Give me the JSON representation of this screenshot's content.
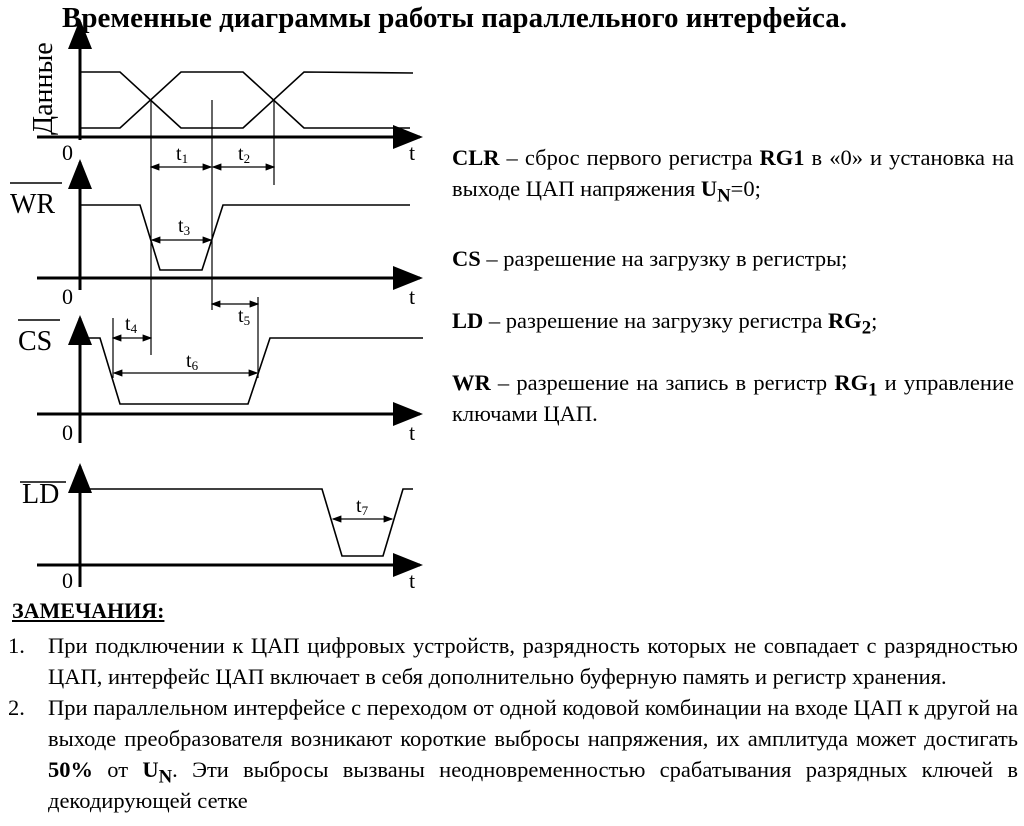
{
  "title": "Временные диаграммы работы параллельного интерфейса.",
  "diagram": {
    "signals": [
      "Данные",
      "WR",
      "CS",
      "LD"
    ],
    "axis_zero": "0",
    "axis_t": "t",
    "intervals": [
      "t",
      "1",
      "t",
      "2",
      "t",
      "3",
      "t",
      "4",
      "t",
      "5",
      "t",
      "6",
      "t",
      "7"
    ]
  },
  "descriptions": [
    {
      "term": "CLR",
      "text": " – сброс первого регистра ",
      "b2": "RG1",
      "text2": " в «0» и установка на выходе ЦАП напряжения ",
      "b3": "U",
      "sub": "N",
      "text3": "=0;"
    },
    {
      "term": "CS",
      "text": " – разрешение на загрузку в регистры;"
    },
    {
      "term": "LD",
      "text": " – разрешение на загрузку регистра ",
      "b2": "RG",
      "sub": "2",
      "text2": ";"
    },
    {
      "term": "WR",
      "text": " – разрешение на запись в регистр ",
      "b2": "RG",
      "sub": "1",
      "text2": " и управление ключами ЦАП."
    }
  ],
  "notes": {
    "heading": "ЗАМЕЧАНИЯ:",
    "n1": "1.",
    "t1": "При подключении к ЦАП цифровых устройств, разрядность которых не совпадает с разрядностью ЦАП, интерфейс ЦАП включает в себя дополнительно буферную память и регистр хранения.",
    "n2": "2.",
    "t2a": "При параллельном интерфейсе с переходом от одной кодовой комбинации на входе ЦАП к другой на выходе преобразователя возникают короткие выбросы напряжения, их амплитуда может достигать ",
    "t2b": "50%",
    "t2c": " от ",
    "t2d": "U",
    "t2e": "N",
    "t2f": ". Эти выбросы вызваны неодновременностью срабатывания разрядных ключей в декодирующей сетке"
  }
}
